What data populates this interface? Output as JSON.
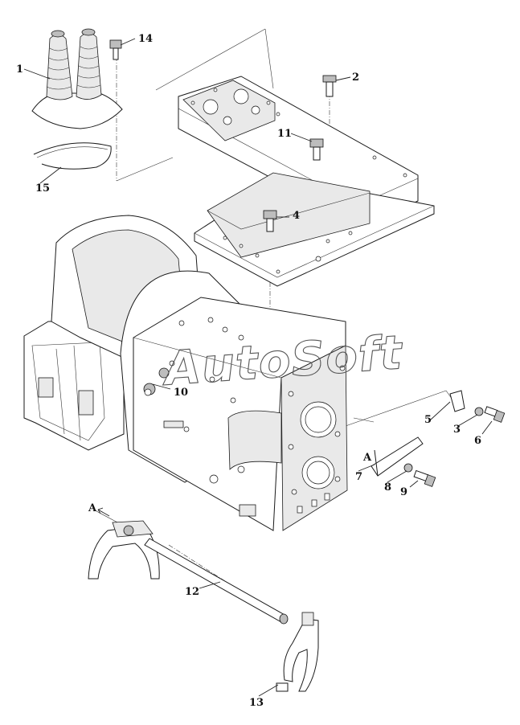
{
  "watermark": {
    "text": "AutoSoft"
  },
  "callouts": [
    {
      "id": "c1",
      "text": "1"
    },
    {
      "id": "c2",
      "text": "2"
    },
    {
      "id": "c3",
      "text": "3"
    },
    {
      "id": "c4",
      "text": "4"
    },
    {
      "id": "c5",
      "text": "5"
    },
    {
      "id": "c6",
      "text": "6"
    },
    {
      "id": "c7",
      "text": "7"
    },
    {
      "id": "c8",
      "text": "8"
    },
    {
      "id": "c9",
      "text": "9"
    },
    {
      "id": "c10",
      "text": "10"
    },
    {
      "id": "c11",
      "text": "11"
    },
    {
      "id": "c12",
      "text": "12"
    },
    {
      "id": "c13",
      "text": "13"
    },
    {
      "id": "c14",
      "text": "14"
    },
    {
      "id": "c15",
      "text": "15"
    }
  ],
  "reference_marks": [
    {
      "id": "a1",
      "text": "A"
    },
    {
      "id": "a2",
      "text": "A"
    }
  ]
}
